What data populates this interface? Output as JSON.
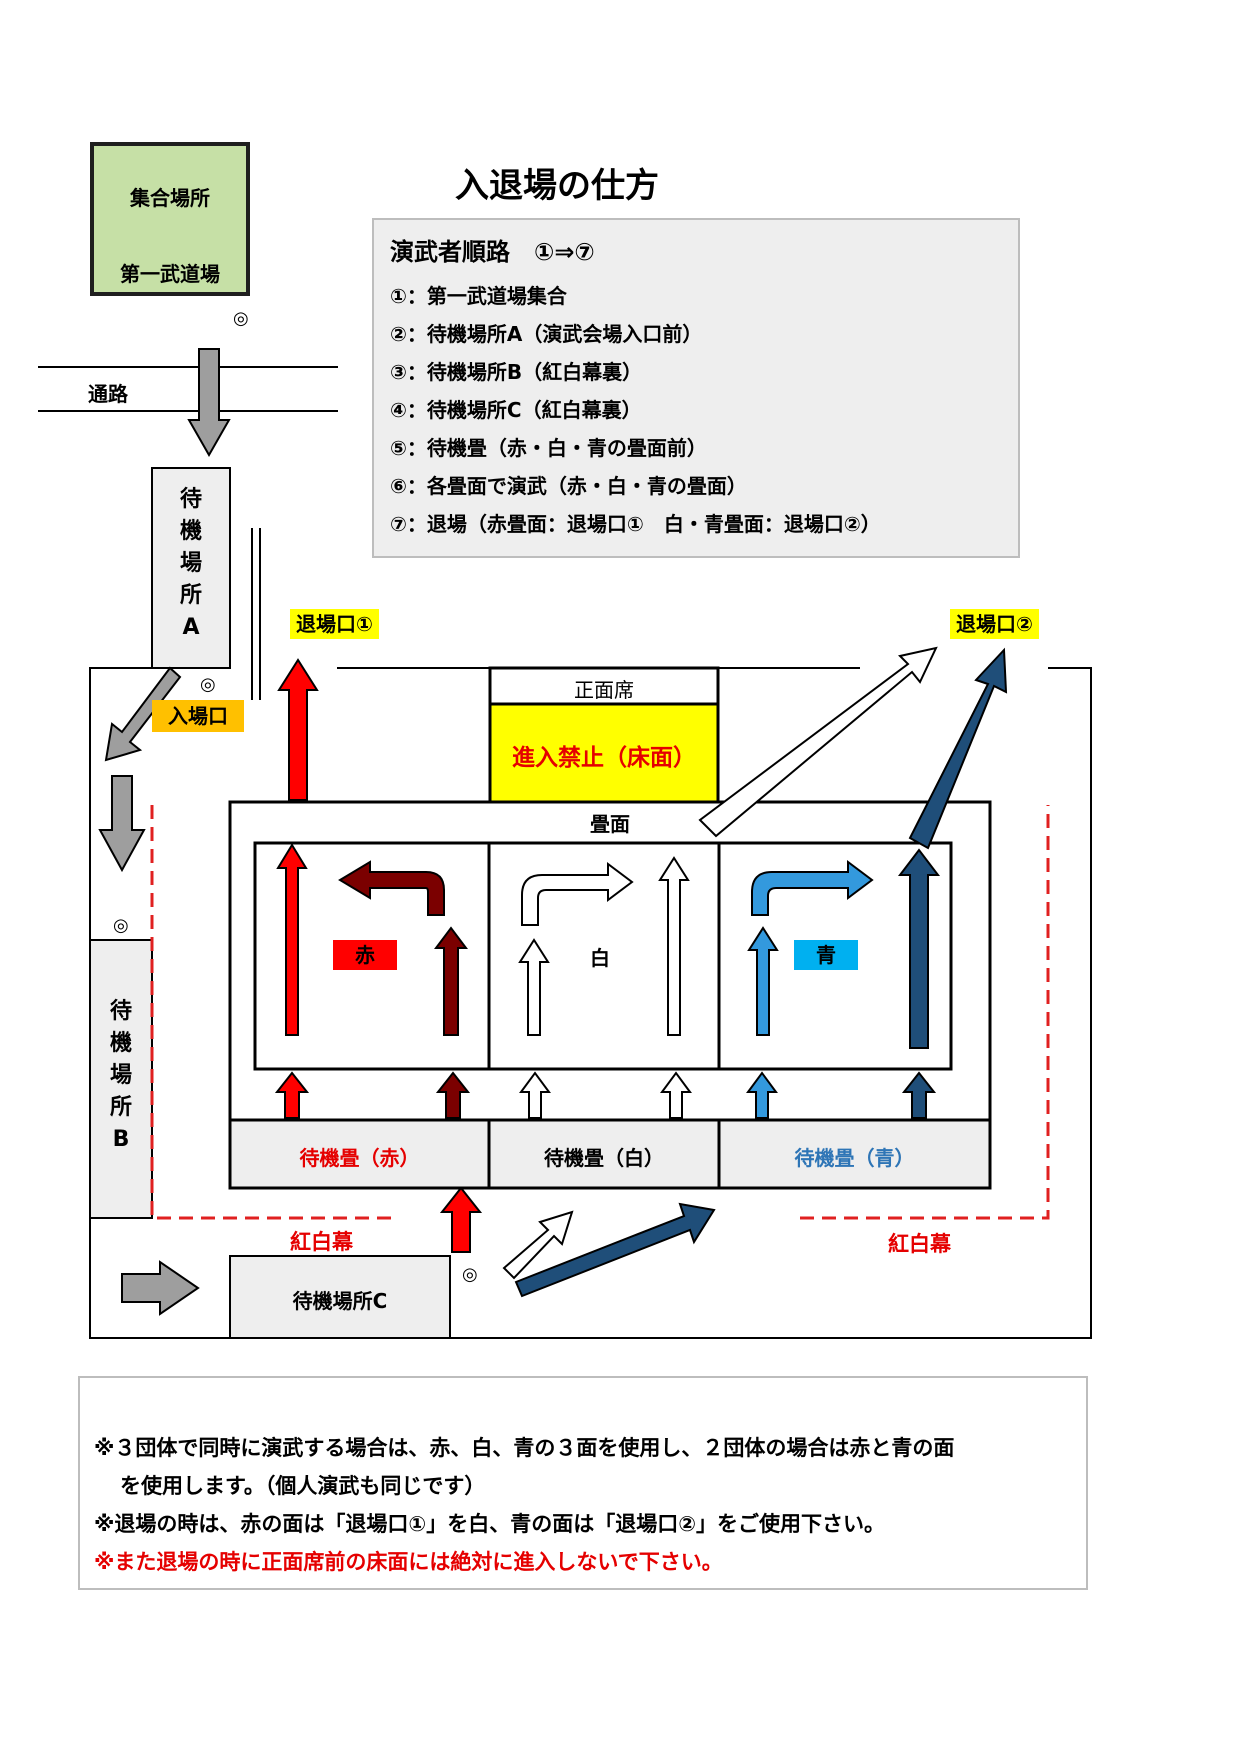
{
  "title": "入退場の仕方",
  "assembly": {
    "line1": "集合場所",
    "line2": "第一武道場"
  },
  "passage_label": "通路",
  "legend": {
    "heading": "演武者順路　①⇒⑦",
    "steps": [
      "①：第一武道場集合",
      "②：待機場所A（演武会場入口前）",
      "③：待機場所B（紅白幕裏）",
      "④：待機場所C（紅白幕裏）",
      "⑤：待機畳（赤・白・青の畳面前）",
      "⑥：各畳面で演武（赤・白・青の畳面）",
      "⑦：退場（赤畳面：退場口①　白・青畳面：退場口②）"
    ]
  },
  "waiting_a": [
    "待",
    "機",
    "場",
    "所",
    "A"
  ],
  "waiting_b": [
    "待",
    "機",
    "場",
    "所",
    "B"
  ],
  "waiting_c": "待機場所C",
  "entrance": "入場口",
  "exit1": "退場口①",
  "exit2": "退場口②",
  "front_seat": "正面席",
  "no_entry": "進入禁止（床面）",
  "mat_area": "畳面",
  "mats": {
    "red": "赤",
    "white": "白",
    "blue": "青"
  },
  "waiting_mats": {
    "red": "待機畳（赤）",
    "white": "待機畳（白）",
    "blue": "待機畳（青）"
  },
  "curtain_left": "紅白幕",
  "curtain_right": "紅白幕",
  "marker": "◎",
  "notes": {
    "line1": "※３団体で同時に演武する場合は、赤、白、青の３面を使用し、２団体の場合は赤と青の面",
    "line2": "を使用します。（個人演武も同じです）",
    "line3": "※退場の時は、赤の面は「退場口①」を白、青の面は「退場口②」をご使用下さい。",
    "line4": "※また退場の時に正面席前の床面には絶対に進入しないで下さい。"
  },
  "colors": {
    "red_arrow": "#ff0000",
    "dark_red": "#7b0000",
    "blue_light": "#3399dd",
    "navy": "#1f4e79",
    "gray_arrow": "#9e9e9e",
    "curtain": "#e02020",
    "no_entry_bg": "#ffff00",
    "assembly_bg": "#c6e0a6"
  }
}
